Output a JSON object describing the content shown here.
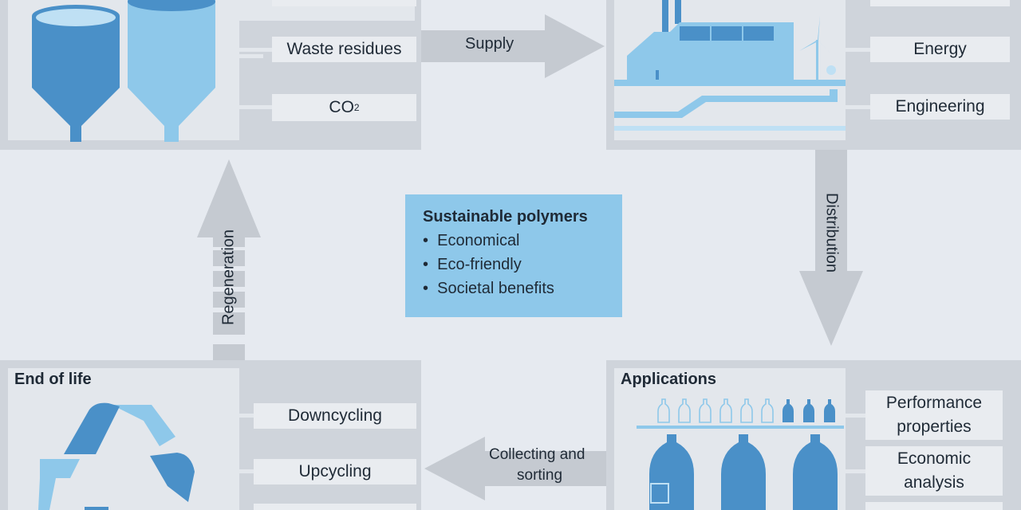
{
  "feedstock": {
    "items": [
      "Waste residues",
      "CO",
      "2"
    ]
  },
  "arrows": {
    "supply": "Supply",
    "distribution": "Distribution",
    "collecting_line1": "Collecting and",
    "collecting_line2": "sorting",
    "regeneration": "Regeneration"
  },
  "production": {
    "items": [
      "Energy",
      "Engineering"
    ]
  },
  "center": {
    "title": "Sustainable polymers",
    "bullets": [
      "Economical",
      "Eco-friendly",
      "Societal benefits"
    ]
  },
  "applications": {
    "title": "Applications",
    "items": [
      {
        "line1": "Performance",
        "line2": "properties"
      },
      {
        "line1": "Economic",
        "line2": "analysis"
      }
    ]
  },
  "end_of_life": {
    "title": "End of life",
    "items": [
      "Downcycling",
      "Upcycling"
    ]
  },
  "colors": {
    "dark_blue": "#4a90c8",
    "light_blue": "#8ec8ea",
    "pale_blue": "#bfe0f4",
    "arrow_grey": "#c5cad1",
    "panel_grey": "#cfd4db"
  },
  "icons": [
    "silo-icon",
    "factory-icon",
    "wind-turbine-icon",
    "bottle-icon",
    "recycle-icon"
  ]
}
